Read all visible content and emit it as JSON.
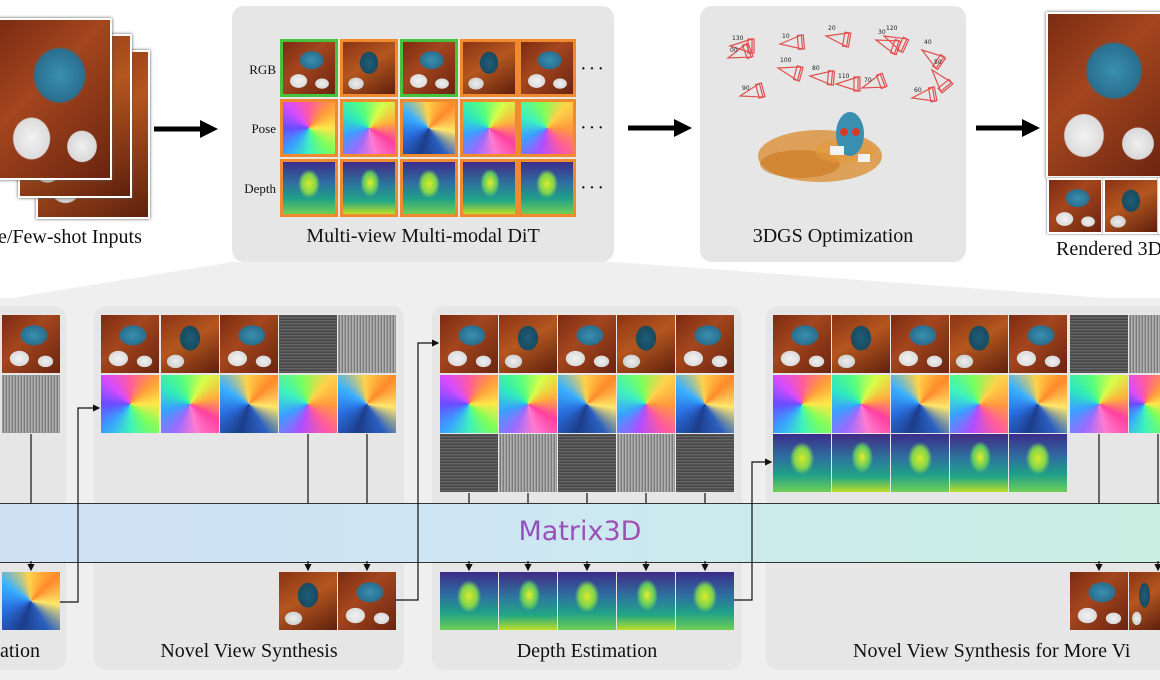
{
  "stages": {
    "inputs": "e/Few-shot Inputs",
    "dit": "Multi-view Multi-modal DiT",
    "optim": "3DGS Optimization",
    "rendered": "Rendered 3D"
  },
  "row_labels": {
    "rgb": "RGB",
    "pose": "Pose",
    "depth": "Depth"
  },
  "ellipsis": "···",
  "brand": "Matrix3D",
  "tasks": {
    "t1": "ation",
    "t2": "Novel View Synthesis",
    "t3": "Depth Estimation",
    "t4": "Novel View Synthesis for More Vi"
  },
  "camera_labels": [
    "00",
    "10",
    "20",
    "30",
    "40",
    "50",
    "60",
    "70",
    "80",
    "90",
    "100",
    "110",
    "120",
    "130"
  ],
  "colors": {
    "panel": "#e6e6e6",
    "rgb_highlight": "#46c23c",
    "frame_border": "#ef8a2e",
    "camera": "#e05050",
    "brand_gradient": [
      "#3a5fc8",
      "#9b4fb8",
      "#e2507a"
    ]
  }
}
